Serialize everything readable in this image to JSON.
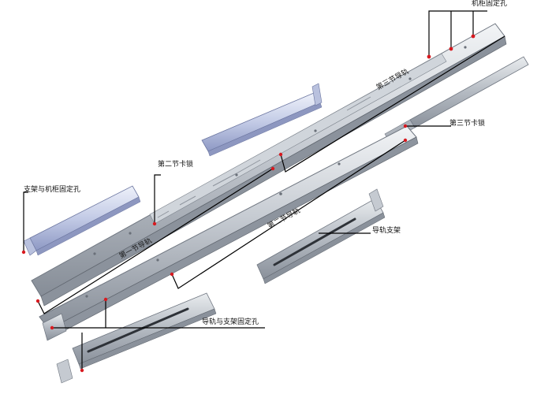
{
  "diagram": {
    "labels": {
      "cabinet_fixing_holes": "机柜固定孔",
      "third_section_rail": "第三节导轨",
      "third_section_lock": "第三节卡锁",
      "second_section_lock": "第二节卡锁",
      "bracket_cabinet_fixing_holes": "支架与机柜固定孔",
      "first_section_rail": "第一节导轨",
      "second_section_rail": "第二节导轨",
      "rail_bracket": "导轨支架",
      "rail_bracket_fixing_holes": "导轨与支架固定孔"
    },
    "colors": {
      "background": "#ffffff",
      "rail_light": "#e3e6ea",
      "rail_mid": "#b9bec6",
      "rail_dark": "#7d848e",
      "bracket_blue_light": "#dde3f3",
      "bracket_blue_dark": "#8e99c4",
      "leader_line": "#000000",
      "marker_red": "#d8191f"
    }
  }
}
